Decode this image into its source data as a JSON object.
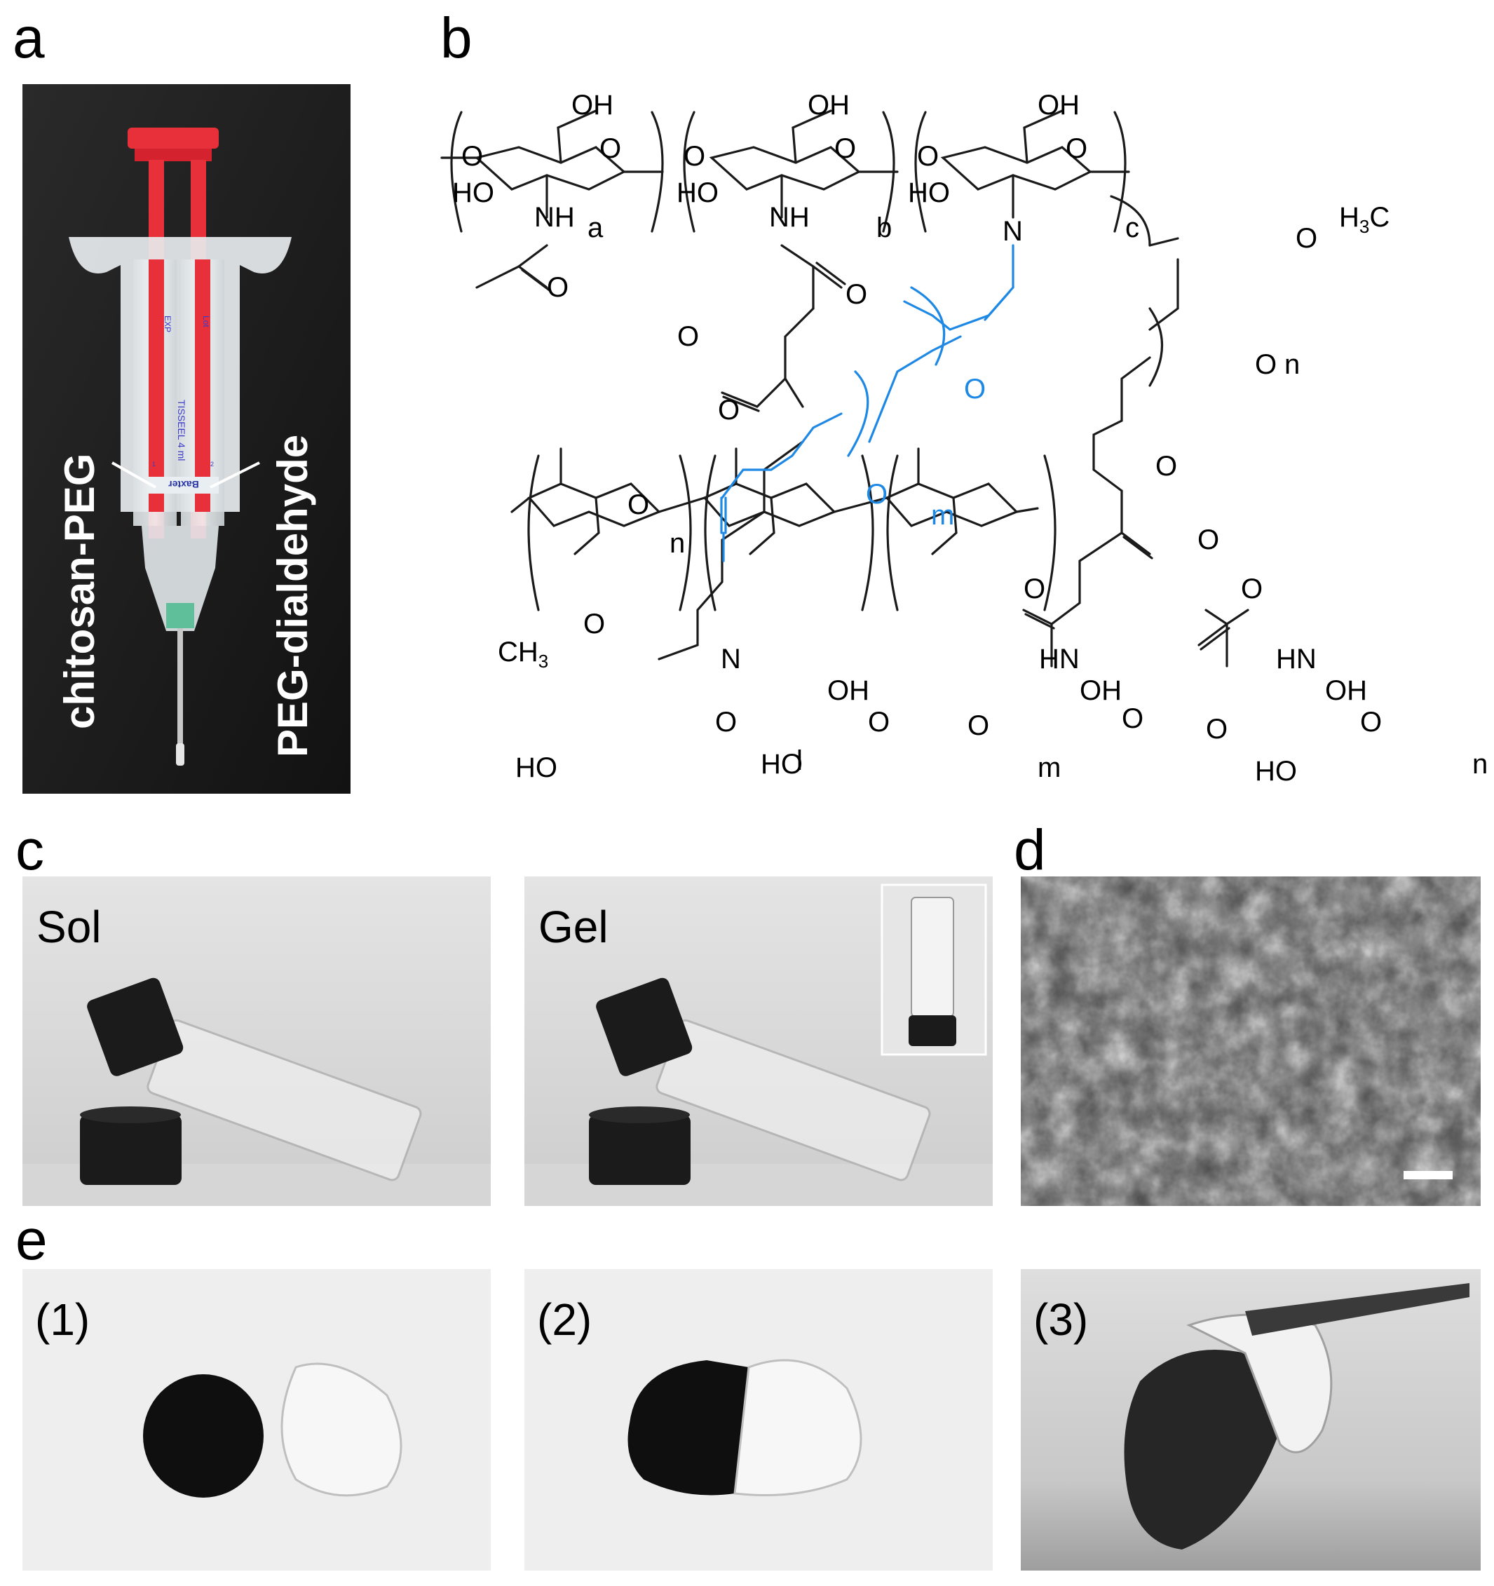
{
  "panels": {
    "a": {
      "letter": "a",
      "left_label": "chitosan-PEG",
      "right_label": "PEG-dialdehyde",
      "syringe_text": {
        "exp": "EXP",
        "lot": "Lot",
        "volume": "TISSEEL 4 ml",
        "brand": "Baxter",
        "barrel_1": "1",
        "barrel_2": "2"
      }
    },
    "b": {
      "letter": "b",
      "labels": {
        "OH": "OH",
        "O": "O",
        "HO": "HO",
        "NH": "NH",
        "N": "N",
        "HN": "HN",
        "CH3": "CH",
        "H3C": "H",
        "sub3": "3",
        "C": "C",
        "a": "a",
        "b": "b",
        "c": "c",
        "l": "l",
        "m": "m",
        "n": "n"
      },
      "colors": {
        "bond": "#1a1a1a",
        "linker": "#1e88e5"
      }
    },
    "c": {
      "letter": "c",
      "sol_label": "Sol",
      "gel_label": "Gel"
    },
    "d": {
      "letter": "d"
    },
    "e": {
      "letter": "e",
      "step1": "(1)",
      "step2": "(2)",
      "step3": "(3)"
    }
  },
  "colors": {
    "syringe_plunger": "#e8303a",
    "hub": "#5fbf9a",
    "background_dark": "#1c1c1c"
  }
}
